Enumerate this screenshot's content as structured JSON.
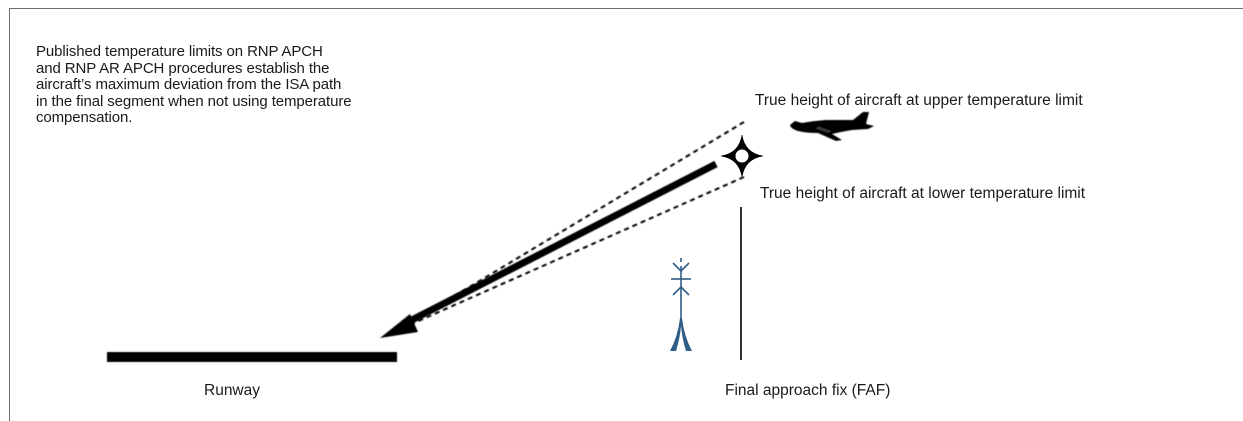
{
  "note_lines": [
    "Published temperature limits on RNP APCH",
    "and RNP AR APCH procedures establish the",
    "aircraft’s maximum deviation from the ISA path",
    "in the final segment when not using temperature",
    "compensation."
  ],
  "labels": {
    "upper_limit": "True height of aircraft at upper temperature limit",
    "lower_limit": "True height of aircraft at lower temperature limit",
    "runway": "Runway",
    "faf": "Final approach fix (FAF)"
  },
  "icons": {
    "aircraft": "airplane-icon",
    "waypoint": "waypoint-star-icon",
    "navaid": "radio-tower-icon"
  },
  "colors": {
    "ink": "#000000",
    "text": "#1a1a1a",
    "frame": "#6d6d6d",
    "tower": "#2f5d87"
  }
}
